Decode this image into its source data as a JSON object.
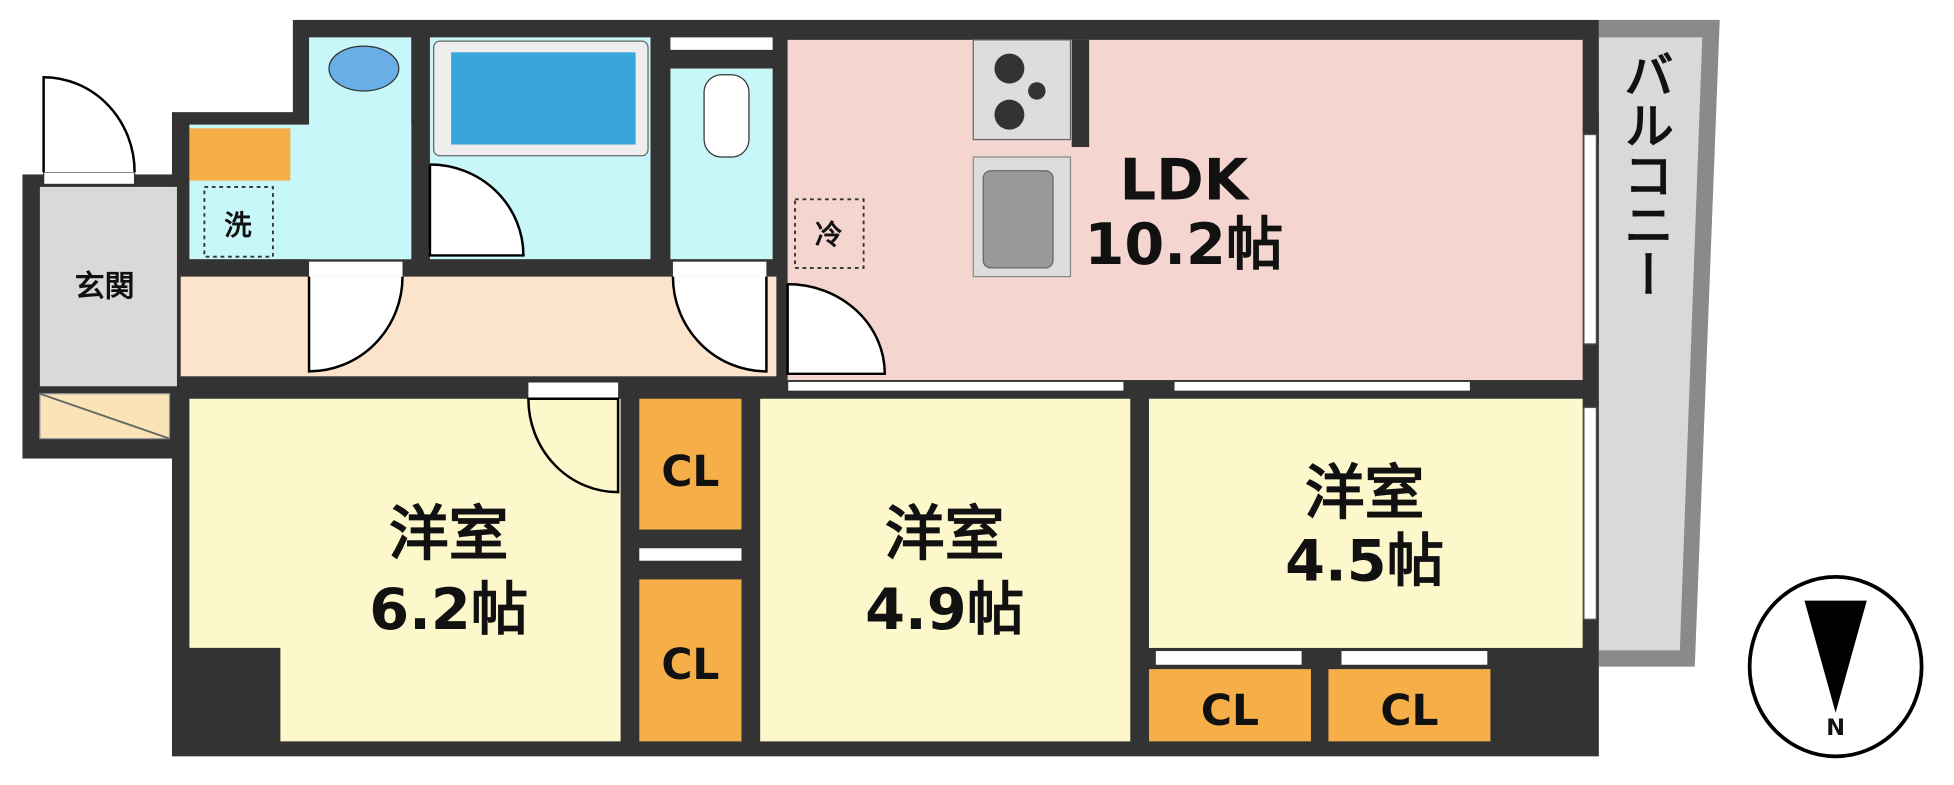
{
  "rooms": {
    "entrance": "玄関",
    "washer": "洗",
    "fridge": "冷",
    "ldk_name": "LDK",
    "ldk_size": "10.2帖",
    "room1_name": "洋室",
    "room1_size": "6.2帖",
    "room2_name": "洋室",
    "room2_size": "4.9帖",
    "room3_name": "洋室",
    "room3_size": "4.5帖",
    "closet": "CL",
    "balcony": "バルコニー"
  },
  "compass": {
    "label": "N"
  },
  "colors": {
    "wall": "#333333",
    "ldk": "#f5d5d0",
    "room": "#fdf8cc",
    "hall": "#fbe3cc",
    "wet": "#c8f7fa",
    "closet": "#f5ae48",
    "balcony": "#d9d9d9"
  }
}
